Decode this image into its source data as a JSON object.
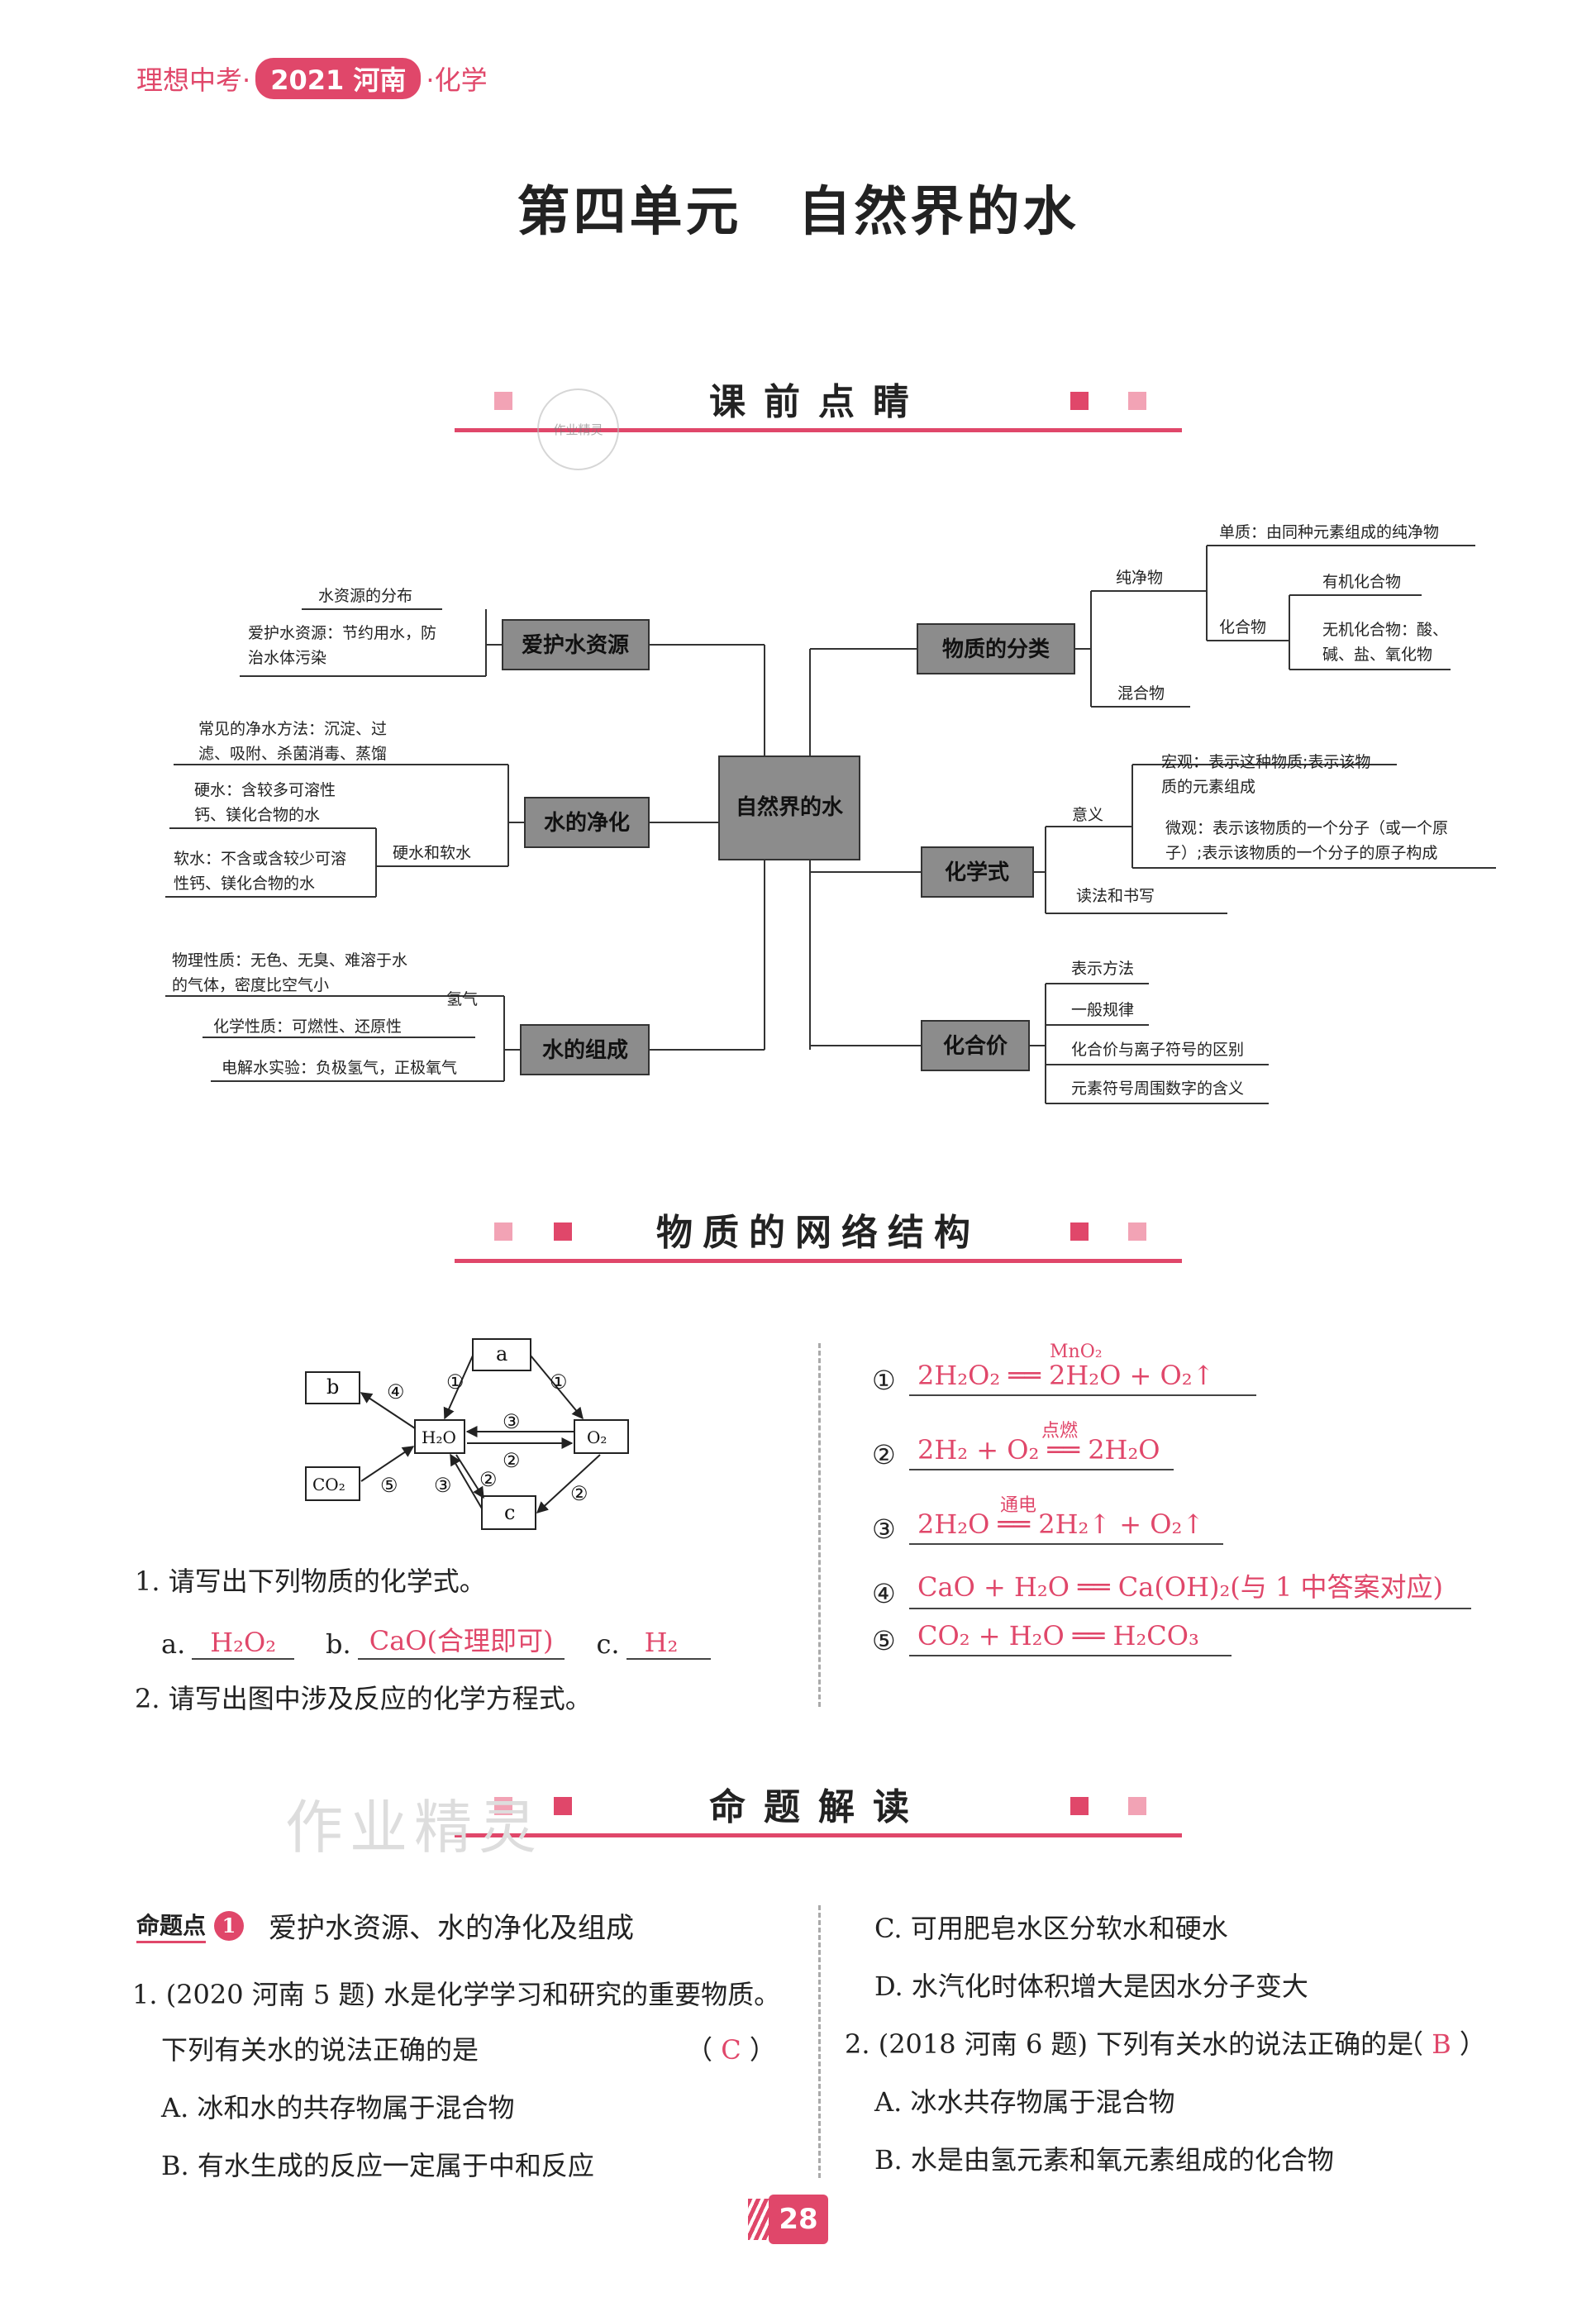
{
  "header": {
    "brand": "理想中考·",
    "year_region": "2021 河南",
    "subject": "·化学"
  },
  "title": "第四单元　自然界的水",
  "sections": {
    "s1": "课前点睛",
    "s2": "物质的网络结构",
    "s3": "命题解读"
  },
  "stamp_text": "作业精灵",
  "mindmap": {
    "center": "自然界的水",
    "left": [
      {
        "label": "爱护水资源",
        "leaves": [
          "水资源的分布",
          "爱护水资源：节约用水，防",
          "治水体污染"
        ]
      },
      {
        "label": "水的净化",
        "leaves": [
          "常见的净水方法：沉淀、过",
          "滤、吸附、杀菌消毒、蒸馏",
          "硬水：含较多可溶性",
          "钙、镁化合物的水",
          "软水：不含或含较少可溶",
          "性钙、镁化合物的水",
          "硬水和软水"
        ]
      },
      {
        "label": "水的组成",
        "leaves": [
          "物理性质：无色、无臭、难溶于水",
          "的气体，密度比空气小",
          "化学性质：可燃性、还原性",
          "氢气",
          "电解水实验：负极氢气，正极氧气"
        ]
      }
    ],
    "right": [
      {
        "label": "物质的分类",
        "leaves": [
          "纯净物",
          "单质：由同种元素组成的纯净物",
          "化合物",
          "有机化合物",
          "无机化合物：酸、",
          "碱、盐、氧化物",
          "混合物"
        ]
      },
      {
        "label": "化学式",
        "leaves": [
          "意义",
          "宏观：表示这种物质;表示该物",
          "质的元素组成",
          "微观：表示该物质的一个分子（或一个原",
          "子）;表示该物质的一个分子的原子构成",
          "读法和书写"
        ]
      },
      {
        "label": "化合价",
        "leaves": [
          "表示方法",
          "一般规律",
          "化合价与离子符号的区别",
          "元素符号周围数字的含义"
        ]
      }
    ]
  },
  "network": {
    "nodes": [
      "a",
      "b",
      "H₂O",
      "O₂",
      "CO₂",
      "c"
    ],
    "marks": [
      "①",
      "②",
      "③",
      "④",
      "⑤"
    ]
  },
  "questions": {
    "q1": "1. 请写出下列物质的化学式。",
    "q1_labels": [
      "a.",
      "b.",
      "c."
    ],
    "q1_answers": [
      "H₂O₂",
      "CaO(合理即可)",
      "H₂"
    ],
    "q2": "2. 请写出图中涉及反应的化学方程式。"
  },
  "equations": [
    {
      "num": "①",
      "text": "2H₂O₂ ══ 2H₂O + O₂↑",
      "cond": "MnO₂"
    },
    {
      "num": "②",
      "text": "2H₂ + O₂ ══ 2H₂O",
      "cond": "点燃"
    },
    {
      "num": "③",
      "text": "2H₂O ══ 2H₂↑ + O₂↑",
      "cond": "通电"
    },
    {
      "num": "④",
      "text": "CaO + H₂O ══ Ca(OH)₂(与 1 中答案对应)",
      "cond": ""
    },
    {
      "num": "⑤",
      "text": "CO₂ + H₂O ══ H₂CO₃",
      "cond": ""
    }
  ],
  "topic": {
    "badge": "命题点",
    "badge_num": "1",
    "title": "爱护水资源、水的净化及组成"
  },
  "exam": {
    "q1_stem1": "1. (2020 河南 5 题) 水是化学学习和研究的重要物质。",
    "q1_stem2": "下列有关水的说法正确的是",
    "q1_answer": "C",
    "q1_opts": [
      "A. 冰和水的共存物属于混合物",
      "B. 有水生成的反应一定属于中和反应",
      "C. 可用肥皂水区分软水和硬水",
      "D. 水汽化时体积增大是因水分子变大"
    ],
    "q2_stem": "2. (2018 河南 6 题) 下列有关水的说法正确的是",
    "q2_answer": "B",
    "q2_opts": [
      "A. 冰水共存物属于混合物",
      "B. 水是由氢元素和氧元素组成的化合物"
    ]
  },
  "page_number": "28",
  "colors": {
    "accent": "#e0476a",
    "box": "#8c8c8c"
  }
}
